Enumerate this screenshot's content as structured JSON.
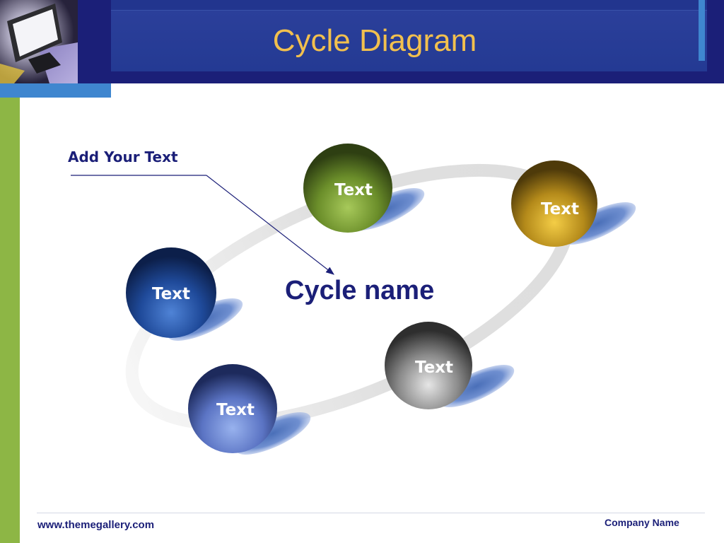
{
  "header": {
    "title": "Cycle Diagram"
  },
  "diagram": {
    "callout_label": "Add Your Text",
    "cycle_name": "Cycle name",
    "nodes": [
      {
        "label": "Text",
        "color": "#6b8e2a",
        "position": "top"
      },
      {
        "label": "Text",
        "color": "#c9a21f",
        "position": "top-right"
      },
      {
        "label": "Text",
        "color": "#1f4a9a",
        "position": "left"
      },
      {
        "label": "Text",
        "color": "#8a8a8a",
        "position": "bottom-right"
      },
      {
        "label": "Text",
        "color": "#5b74c4",
        "position": "bottom-left"
      }
    ]
  },
  "footer": {
    "url": "www.themegallery.com",
    "company": "Company Name"
  },
  "colors": {
    "header_bg": "#243a93",
    "title": "#f2c04e",
    "accent_blue": "#3f86cf",
    "accent_green": "#8db645",
    "text_navy": "#1b1f78"
  }
}
